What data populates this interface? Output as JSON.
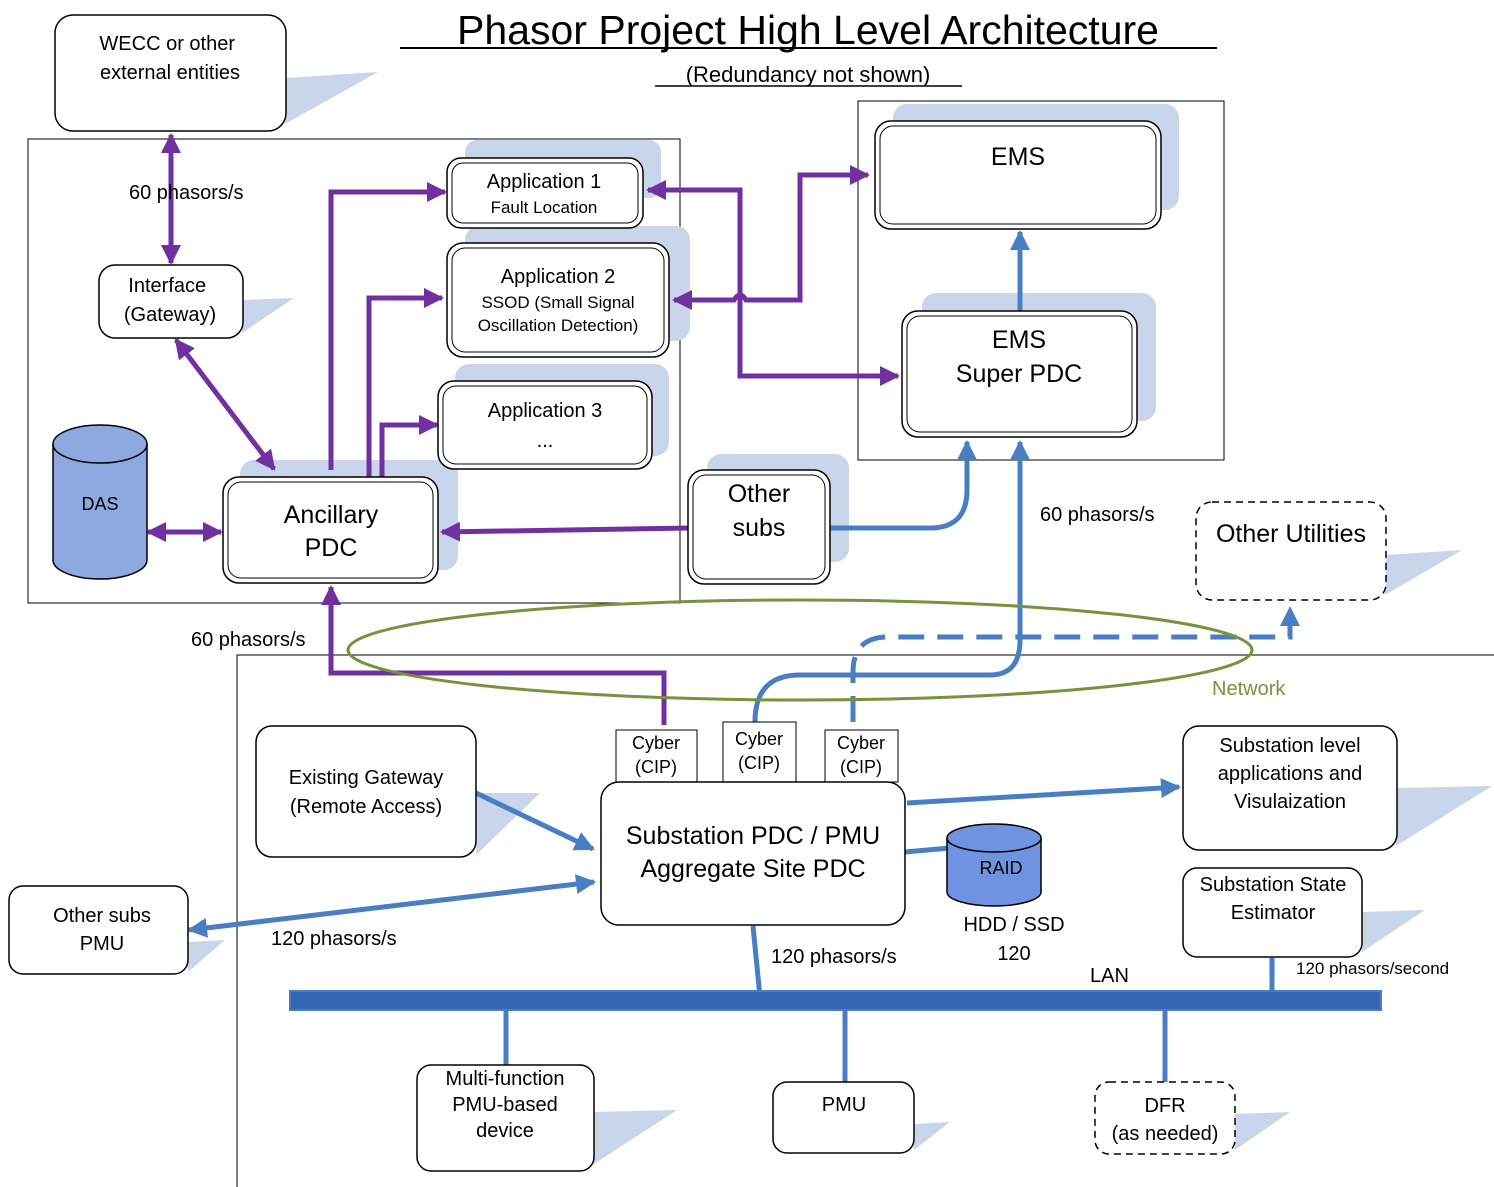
{
  "title": "Phasor Project High Level Architecture",
  "subtitle": "(Redundancy not shown)",
  "nodes": {
    "wecc": [
      "WECC or other",
      "external entities"
    ],
    "interface": [
      "Interface",
      "(Gateway)"
    ],
    "das": "DAS",
    "app1": [
      "Application 1",
      "Fault Location"
    ],
    "app2": [
      "Application 2",
      "SSOD (Small Signal",
      "Oscillation Detection)"
    ],
    "app3": [
      "Application 3",
      "..."
    ],
    "ancillary_pdc": [
      "Ancillary",
      "PDC"
    ],
    "other_subs": [
      "Other",
      "subs"
    ],
    "ems": "EMS",
    "ems_super_pdc": [
      "EMS",
      "Super PDC"
    ],
    "other_utilities": "Other Utilities",
    "cyber": [
      "Cyber",
      "(CIP)"
    ],
    "existing_gateway": [
      "Existing Gateway",
      "(Remote Access)"
    ],
    "substation_pdc": [
      "Substation PDC / PMU",
      "Aggregate Site PDC"
    ],
    "raid": "RAID",
    "hdd_ssd": [
      "HDD / SSD",
      "120"
    ],
    "substation_apps": [
      "Substation level",
      "applications and",
      "Visulaization"
    ],
    "state_estimator": [
      "Substation State",
      "Estimator"
    ],
    "other_subs_pmu": [
      "Other subs",
      "PMU"
    ],
    "multifunction": [
      "Multi-function",
      "PMU-based",
      "device"
    ],
    "pmu": "PMU",
    "dfr": [
      "DFR",
      "(as needed)"
    ]
  },
  "labels": {
    "rate_wecc": "60 phasors/s",
    "rate_ancillary": "60 phasors/s",
    "rate_ems": "60 phasors/s",
    "network": "Network",
    "rate_other_subs_pmu": "120 phasors/s",
    "rate_lan": "120 phasors/s",
    "rate_state_estimator": "120 phasors/second",
    "lan": "LAN"
  },
  "colors": {
    "purple": "#7030A0",
    "blue": "#4A7EC2",
    "shadow": "#C9D5EA",
    "network": "#77933C",
    "das_fill": "#8EA9E0",
    "raid_fill": "#6F93E0",
    "lan_bar": "#3366B4"
  }
}
